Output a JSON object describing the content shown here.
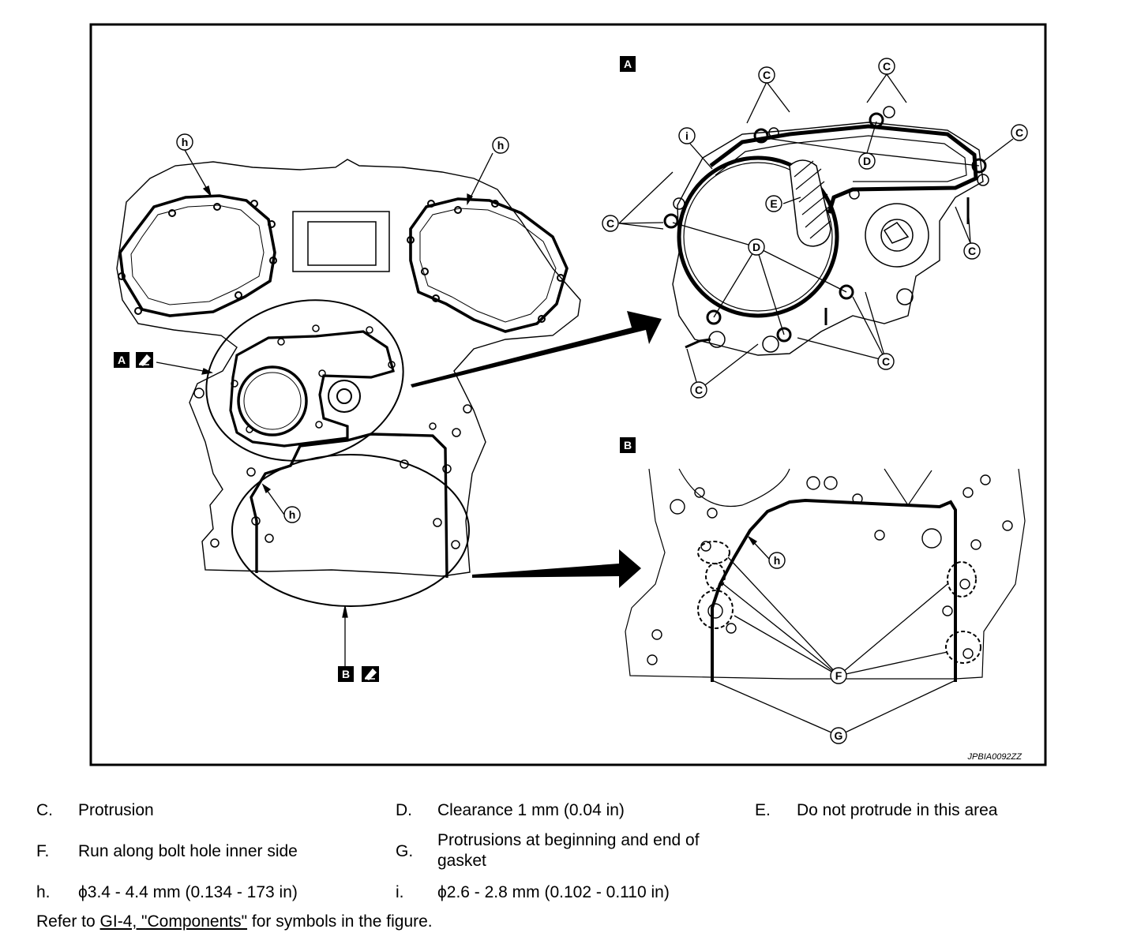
{
  "figure": {
    "image_code": "JPBIA0092ZZ",
    "view_labels": {
      "a": "A",
      "b": "B"
    },
    "callouts": {
      "c": "C",
      "d": "D",
      "e": "E",
      "f": "F",
      "g": "G",
      "h": "h",
      "i": "i"
    }
  },
  "legend": {
    "items": [
      {
        "key": "C.",
        "text": "Protrusion"
      },
      {
        "key": "D.",
        "text": "Clearance 1 mm (0.04 in)"
      },
      {
        "key": "E.",
        "text": "Do not protrude in this area"
      },
      {
        "key": "F.",
        "text": "Run along bolt hole inner side"
      },
      {
        "key": "G.",
        "text": "Protrusions at beginning and end of gasket"
      },
      {
        "key": "h.",
        "text": "ϕ3.4 - 4.4 mm (0.134 - 173 in)"
      },
      {
        "key": "i.",
        "text": "ϕ2.6 - 2.8 mm (0.102 - 0.110 in)"
      }
    ],
    "ref_prefix": "Refer to ",
    "ref_link": "GI-4, \"Components\"",
    "ref_suffix": "  for symbols in the figure."
  }
}
